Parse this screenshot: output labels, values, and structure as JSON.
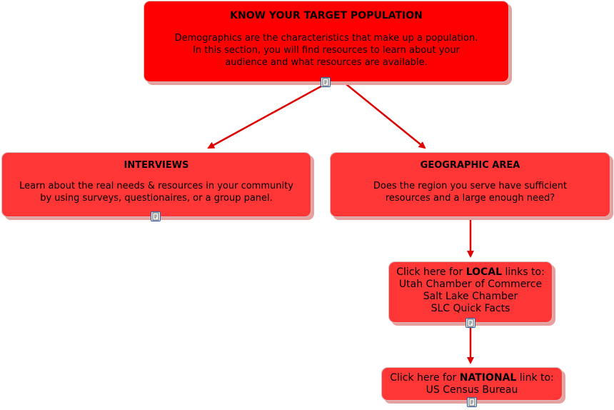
{
  "colors": {
    "main_node": "#ff0000",
    "sub_node": "#ff3636",
    "arrow": "#dd0000"
  },
  "nodes": {
    "root": {
      "title": "KNOW YOUR TARGET POPULATION",
      "lines": [
        "Demographics are the characteristics that make up a population.",
        "In this section, you will find resources to learn about your",
        "audience and what resources are available."
      ],
      "icon": "document-icon"
    },
    "interviews": {
      "title": "INTERVIEWS",
      "lines": [
        "Learn about the real needs & resources in your community",
        "by using surveys, questionaires, or a group panel."
      ],
      "icon": "document-icon"
    },
    "geographic": {
      "title": "GEOGRAPHIC AREA",
      "lines": [
        "Does the region you serve have sufficient",
        "resources and a large enough need?"
      ]
    },
    "local": {
      "lead": "Click here for ",
      "emph": "LOCAL",
      "tail": " links to:",
      "links": [
        "Utah Chamber of Commerce",
        "Salt Lake Chamber",
        "SLC Quick Facts"
      ],
      "icon": "document-icon"
    },
    "national": {
      "lead": "Click here for ",
      "emph": "NATIONAL",
      "tail": " link to:",
      "links": [
        "US Census Bureau"
      ],
      "icon": "document-icon"
    }
  }
}
